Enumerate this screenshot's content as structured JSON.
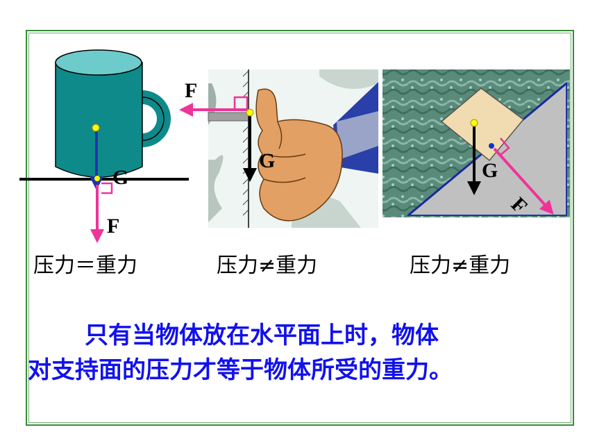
{
  "scenes": {
    "cup": {
      "force_label": "F",
      "gravity_label": "G",
      "caption": "压力＝重力"
    },
    "wall": {
      "force_label": "F",
      "gravity_label": "G",
      "caption": "压力≠重力"
    },
    "incline": {
      "force_label": "F",
      "gravity_label": "G",
      "caption": "压力≠重力"
    }
  },
  "statement": {
    "line1": "只有当物体放在水平面上时，物体",
    "line2": "对支持面的压力才等于物体所受的重力。"
  },
  "colors": {
    "force": "#ee3399",
    "gravity_cup": "#2233aa",
    "gravity": "#000000",
    "text_blue": "#1111ee",
    "frame": "#3a8a3a"
  }
}
